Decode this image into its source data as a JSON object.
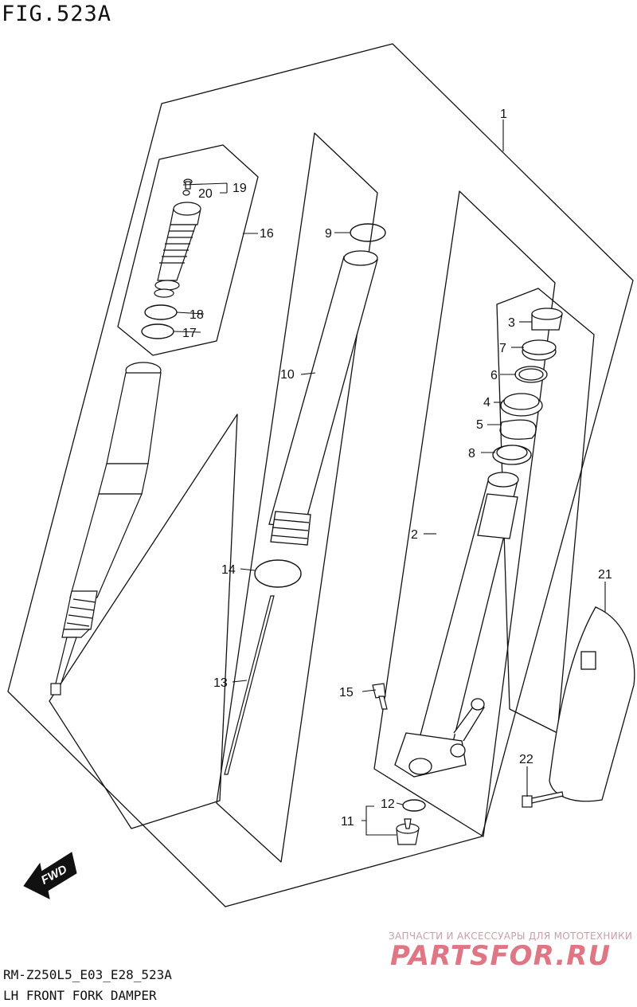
{
  "figure": {
    "title": "FIG.523A",
    "model_code": "RM-Z250L5_E03_E28_523A",
    "name": "LH FRONT FORK DAMPER"
  },
  "direction_badge": "FWD",
  "watermark": {
    "tagline": "ЗАПЧАСТИ И АКСЕССУАРЫ ДЛЯ МОТОТЕХНИКИ",
    "brand": "PARTSFOR.RU"
  },
  "callouts": [
    "1",
    "2",
    "3",
    "4",
    "5",
    "6",
    "7",
    "8",
    "9",
    "10",
    "11",
    "12",
    "13",
    "14",
    "15",
    "16",
    "17",
    "18",
    "19",
    "20",
    "21",
    "22"
  ],
  "colors": {
    "line": "#111111",
    "background": "#ffffff",
    "watermark_brand": "#e07584",
    "watermark_tagline": "#c9a0a6"
  }
}
